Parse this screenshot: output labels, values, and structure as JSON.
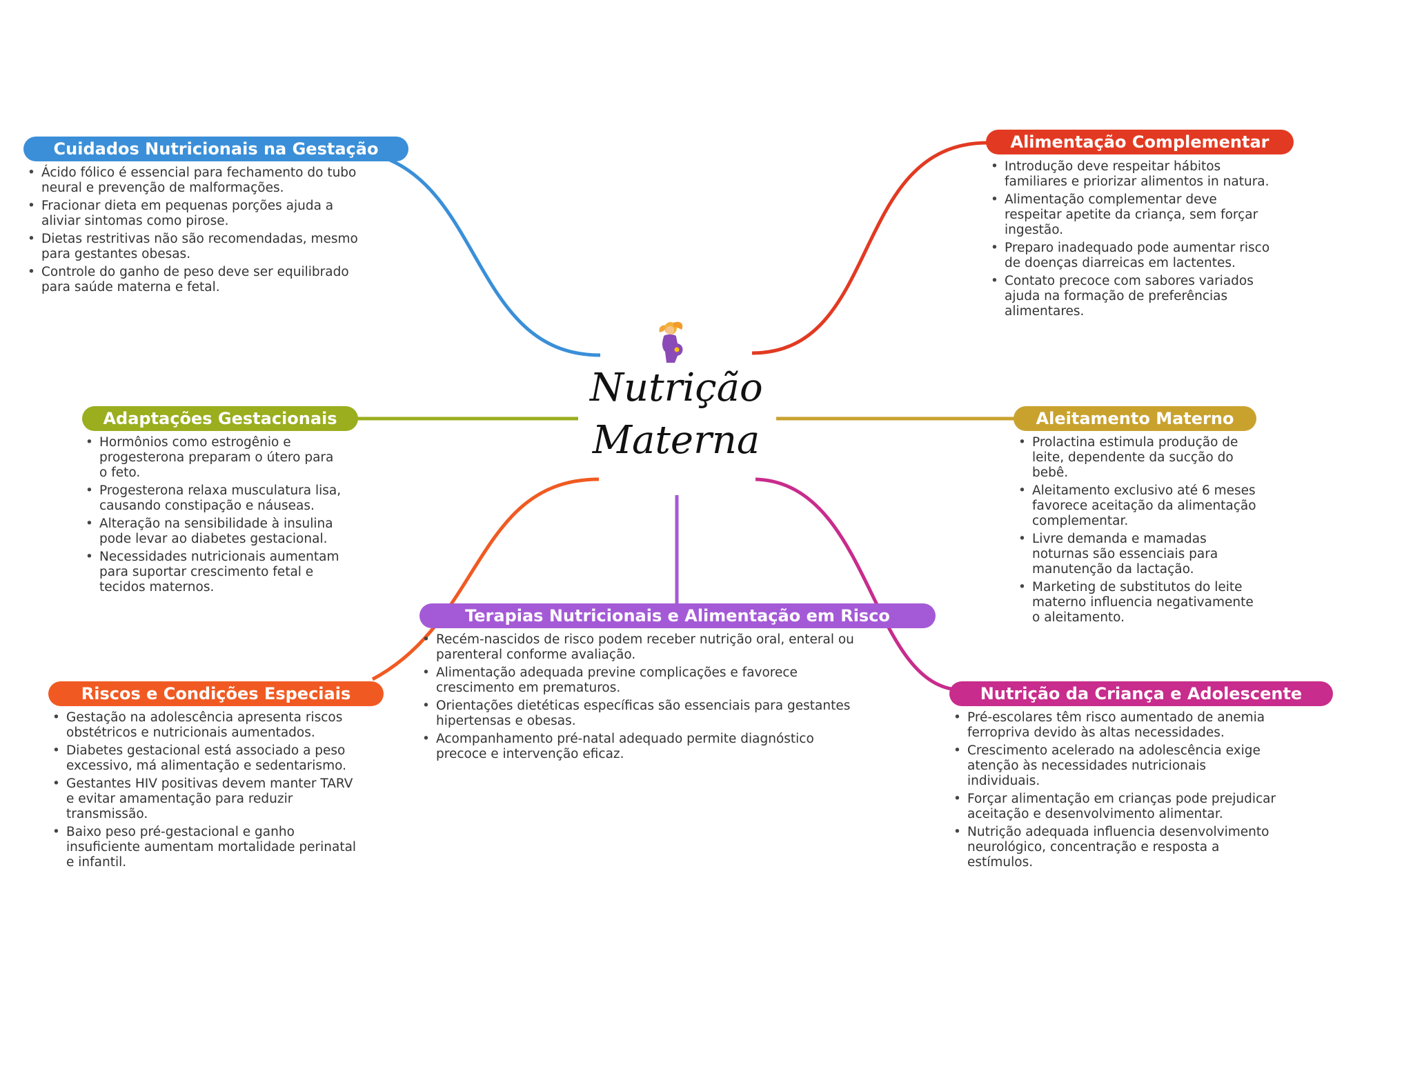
{
  "center": {
    "title_line1": "Nutrição",
    "title_line2": "Materna",
    "icon": "pregnant-woman-icon"
  },
  "colors": {
    "gestacao": "#3a8fd8",
    "adaptacoes": "#9aae1e",
    "riscos": "#f05a22",
    "terapias": "#a45ad6",
    "complementar": "#e23a22",
    "aleitamento": "#c9a22e",
    "crianca": "#c82c8c"
  },
  "branches": {
    "gestacao": {
      "title": "Cuidados Nutricionais na Gestação",
      "items": [
        "Ácido fólico é essencial para fechamento do tubo neural e prevenção de malformações.",
        "Fracionar dieta em pequenas porções ajuda a aliviar sintomas como pirose.",
        "Dietas restritivas não são recomendadas, mesmo para gestantes obesas.",
        "Controle do ganho de peso deve ser equilibrado para saúde materna e fetal."
      ]
    },
    "adaptacoes": {
      "title": "Adaptações Gestacionais",
      "items": [
        "Hormônios como estrogênio e progesterona preparam o útero para o feto.",
        "Progesterona relaxa musculatura lisa, causando constipação e náuseas.",
        "Alteração na sensibilidade à insulina pode levar ao diabetes gestacional.",
        "Necessidades nutricionais aumentam para suportar crescimento fetal e tecidos maternos."
      ]
    },
    "riscos": {
      "title": "Riscos e Condições Especiais",
      "items": [
        "Gestação na adolescência apresenta riscos obstétricos e nutricionais aumentados.",
        "Diabetes gestacional está associado a peso excessivo, má alimentação e sedentarismo.",
        "Gestantes HIV positivas devem manter TARV e evitar amamentação para reduzir transmissão.",
        "Baixo peso pré-gestacional e ganho insuficiente aumentam mortalidade perinatal e infantil."
      ]
    },
    "terapias": {
      "title": "Terapias Nutricionais e Alimentação em Risco",
      "items": [
        "Recém-nascidos de risco podem receber nutrição oral, enteral ou parenteral conforme avaliação.",
        "Alimentação adequada previne complicações e favorece crescimento em prematuros.",
        "Orientações dietéticas específicas são essenciais para gestantes hipertensas e obesas.",
        "Acompanhamento pré-natal adequado permite diagnóstico precoce e intervenção eficaz."
      ]
    },
    "complementar": {
      "title": "Alimentação Complementar",
      "items": [
        "Introdução deve respeitar hábitos familiares e priorizar alimentos in natura.",
        "Alimentação complementar deve respeitar apetite da criança, sem forçar ingestão.",
        "Preparo inadequado pode aumentar risco de doenças diarreicas em lactentes.",
        "Contato precoce com sabores variados ajuda na formação de preferências alimentares."
      ]
    },
    "aleitamento": {
      "title": "Aleitamento Materno",
      "items": [
        "Prolactina estimula produção de leite, dependente da sucção do bebê.",
        "Aleitamento exclusivo até 6 meses favorece aceitação da alimentação complementar.",
        "Livre demanda e mamadas noturnas são essenciais para manutenção da lactação.",
        "Marketing de substitutos do leite materno influencia negativamente o aleitamento."
      ]
    },
    "crianca": {
      "title": "Nutrição da Criança e Adolescente",
      "items": [
        "Pré-escolares têm risco aumentado de anemia ferropriva devido às altas necessidades.",
        "Crescimento acelerado na adolescência exige atenção às necessidades nutricionais individuais.",
        "Forçar alimentação em crianças pode prejudicar aceitação e desenvolvimento alimentar.",
        "Nutrição adequada influencia desenvolvimento neurológico, concentração e resposta a estímulos."
      ]
    }
  }
}
